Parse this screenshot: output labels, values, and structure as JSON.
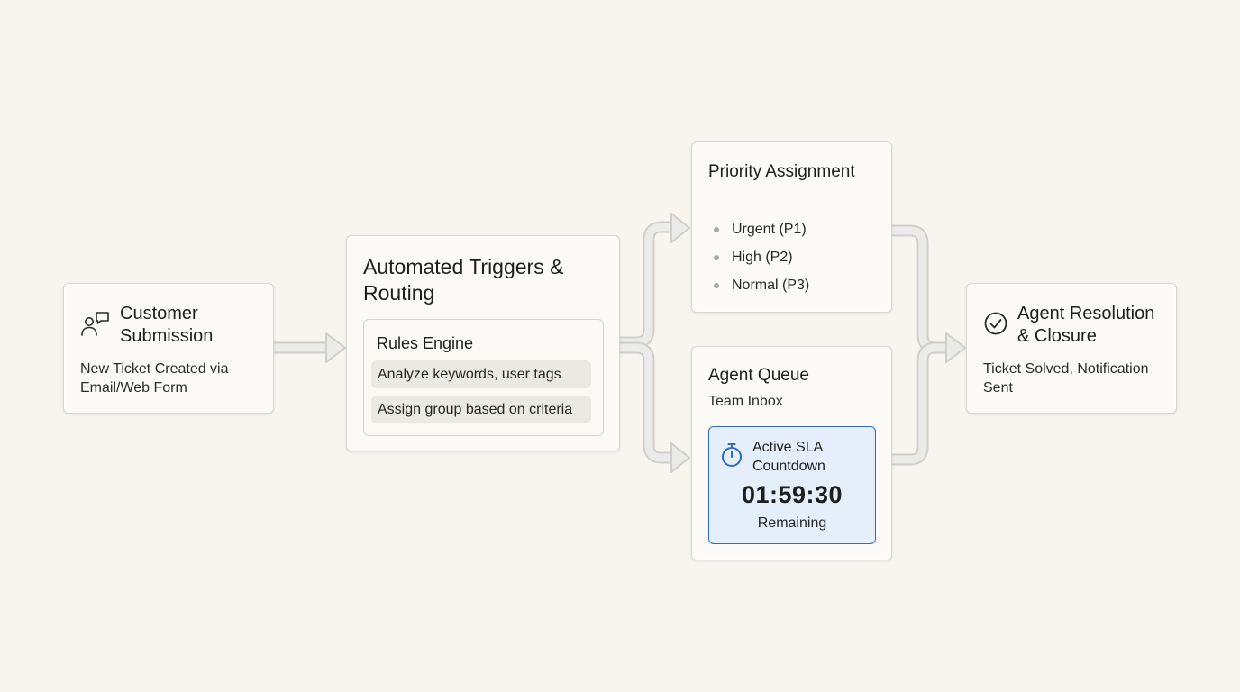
{
  "nodes": {
    "submission": {
      "title": "Customer Submission",
      "description": "New Ticket Created via Email/Web Form",
      "icon": "user-chat-icon"
    },
    "triggers": {
      "title": "Automated Triggers & Routing",
      "rules_engine": {
        "title": "Rules Engine",
        "rules": [
          "Analyze keywords, user tags",
          "Assign group based on criteria"
        ]
      }
    },
    "priority": {
      "title": "Priority Assignment",
      "levels": [
        "Urgent (P1)",
        "High (P2)",
        "Normal (P3)"
      ]
    },
    "queue": {
      "title": "Agent Queue",
      "subtitle": "Team Inbox",
      "sla": {
        "title": "Active SLA Countdown",
        "time": "01:59:30",
        "remaining_label": "Remaining",
        "icon": "stopwatch-icon",
        "accent_color": "#2f6fb8"
      }
    },
    "resolution": {
      "title": "Agent Resolution & Closure",
      "description": "Ticket Solved, Notification Sent",
      "icon": "check-circle-icon"
    }
  },
  "colors": {
    "background": "#f8f5ee",
    "connector": "#d3d3d3",
    "sla_fill": "#e5eefb"
  }
}
